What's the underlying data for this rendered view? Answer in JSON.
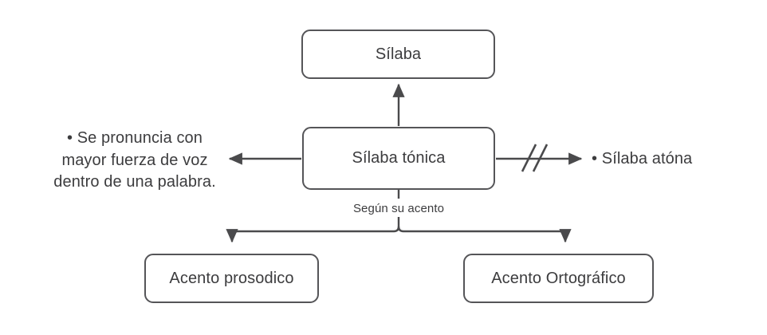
{
  "diagram": {
    "title": "Sílaba",
    "nodes": [
      {
        "id": "silaba",
        "label": "Sílaba"
      },
      {
        "id": "silaba-tonica",
        "label": "Sílaba tónica"
      },
      {
        "id": "acento-prosodico",
        "label": "Acento prosodico"
      },
      {
        "id": "acento-ortografico",
        "label": "Acento Ortográfico"
      }
    ],
    "annotations": [
      {
        "id": "pronuncia",
        "text": "• Se pronuncia con mayor fuerza de voz dentro de una palabra."
      },
      {
        "id": "silaba-atona",
        "text": "• Sílaba atóna"
      }
    ],
    "edge_labels": [
      {
        "id": "segun-su-acento",
        "text": "Según su acento"
      }
    ],
    "edges": [
      {
        "id": "tonica-to-silaba",
        "from": "silaba-tonica",
        "to": "silaba",
        "arrow": "up",
        "marker": "none"
      },
      {
        "id": "tonica-to-pronuncia",
        "from": "silaba-tonica",
        "to": "pronuncia",
        "arrow": "left",
        "marker": "none"
      },
      {
        "id": "tonica-to-atona",
        "from": "silaba-tonica",
        "to": "silaba-atona",
        "arrow": "right",
        "marker": "double-slash-negation"
      },
      {
        "id": "tonica-to-prosodico",
        "from": "silaba-tonica",
        "to": "acento-prosodico",
        "arrow": "down",
        "marker": "none"
      },
      {
        "id": "tonica-to-ortografico",
        "from": "silaba-tonica",
        "to": "acento-ortografico",
        "arrow": "down",
        "marker": "none"
      }
    ],
    "colors": {
      "background": "#ffffff",
      "node_border": "#555558",
      "node_fill": "#ffffff",
      "text": "#3c3c3e",
      "connector": "#4a4a4c"
    }
  }
}
